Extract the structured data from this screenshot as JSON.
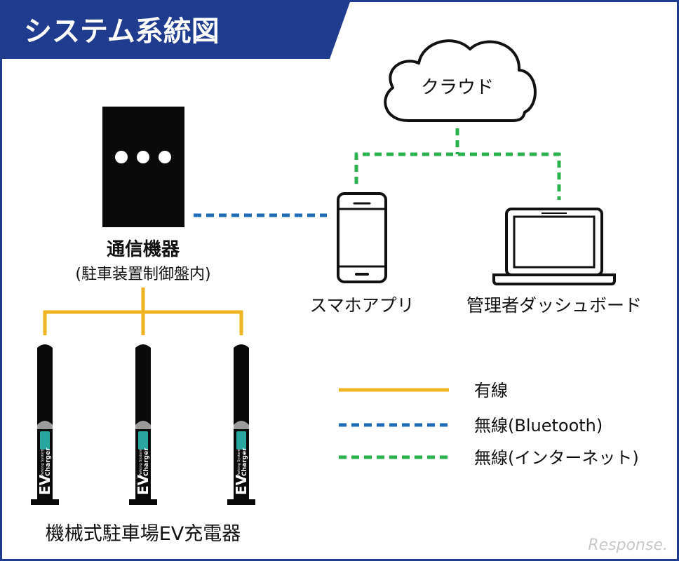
{
  "title": "システム系統図",
  "nodes": {
    "cloud": "クラウド",
    "comm_device": "通信機器",
    "comm_device_sub": "(駐車装置制御盤内)",
    "smartphone": "スマホアプリ",
    "dashboard": "管理者ダッシュボード",
    "chargers": "機械式駐車場EV充電器"
  },
  "charger_label": {
    "brand": "EV",
    "sub": "Charger",
    "tag": "Parking System"
  },
  "legend": [
    {
      "label": "有線",
      "style": "solid",
      "color": "#f0b323"
    },
    {
      "label": "無線(Bluetooth)",
      "style": "dashed",
      "color": "#1f6bb5"
    },
    {
      "label": "無線(インターネット)",
      "style": "dashed",
      "color": "#2bb24c"
    }
  ],
  "watermark": "Response.",
  "colors": {
    "frame": "#1f3c8f",
    "wired": "#f0b323",
    "bluetooth": "#1f6bb5",
    "internet": "#2bb24c",
    "device": "#0a0a0a"
  }
}
